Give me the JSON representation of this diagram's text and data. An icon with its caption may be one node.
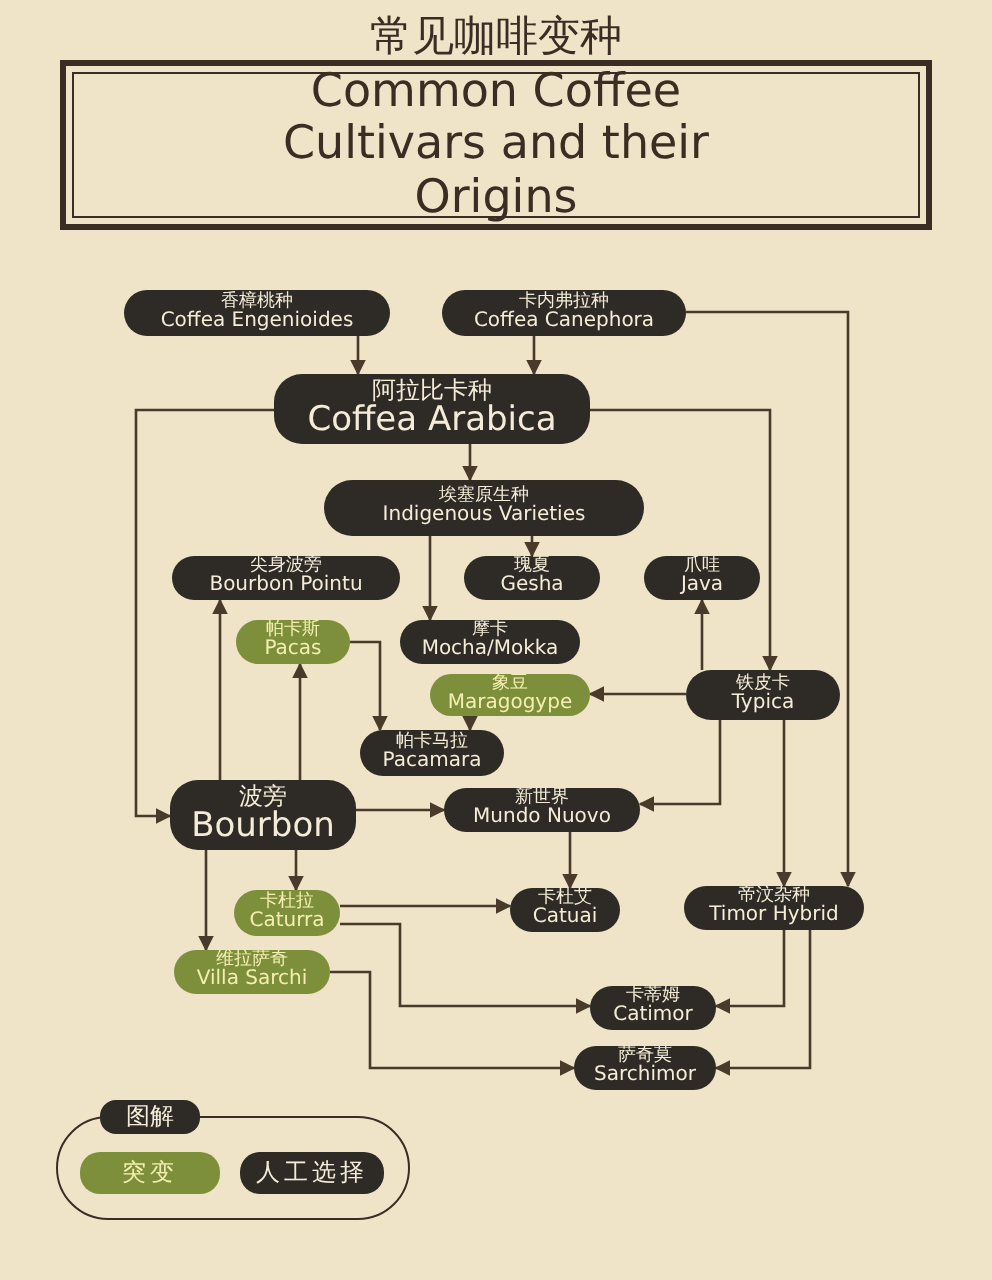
{
  "diagram": {
    "title": "常见咖啡变种",
    "nodes": [
      {
        "text": [
          "香樟桃种",
          "Coffea Engenioides"
        ]
      },
      {
        "text": [
          "卡内弗拉种",
          "Coffea Canephora"
        ]
      },
      {
        "text": [
          "阿拉比卡种",
          "Coffea Arabica"
        ]
      },
      {
        "text": [
          "埃塞原生种",
          "Indigenous Varieties"
        ]
      },
      {
        "text": [
          "尖身波旁",
          "Bourbon Pointu"
        ]
      },
      {
        "text": [
          "瑰夏",
          "Gesha"
        ]
      },
      {
        "text": [
          "爪哇",
          "Java"
        ]
      },
      {
        "text": [
          "帕卡斯",
          "Pacas"
        ]
      },
      {
        "text": [
          "摩卡",
          "Mocha/Mokka"
        ]
      },
      {
        "text": [
          "象豆",
          "Maragogype"
        ]
      },
      {
        "text": [
          "铁皮卡",
          "Typica"
        ]
      },
      {
        "text": [
          "帕卡马拉",
          "Pacamara"
        ]
      },
      {
        "text": [
          "波旁",
          "Bourbon"
        ]
      },
      {
        "text": [
          "新世界",
          "Mundo Nuovo"
        ]
      },
      {
        "text": [
          "卡杜拉",
          "Caturra"
        ]
      },
      {
        "text": [
          "卡杜艾",
          "Catuai"
        ]
      },
      {
        "text": [
          "帝汶杂种",
          "Timor Hybrid"
        ]
      },
      {
        "text": [
          "维拉萨奇",
          "Villa Sarchi"
        ]
      },
      {
        "text": [
          "卡蒂姆",
          "Catimor"
        ]
      },
      {
        "text": [
          "萨奇莫",
          "Sarchimor"
        ]
      }
    ],
    "edges": [
      {
        "from": 0,
        "to": 2,
        "arrow": "to"
      },
      {
        "from": 1,
        "to": 2,
        "arrow": "to"
      },
      {
        "from": 2,
        "to": 3,
        "arrow": "to"
      },
      {
        "from": 1,
        "to": 16,
        "arrow": "to"
      },
      {
        "from": 2,
        "to": 12,
        "arrow": "to"
      },
      {
        "from": 2,
        "to": 10,
        "arrow": "to"
      },
      {
        "from": 10,
        "to": 16,
        "arrow": "to"
      },
      {
        "from": 10,
        "to": 13,
        "arrow": "to"
      },
      {
        "from": 12,
        "to": 13,
        "arrow": "to"
      },
      {
        "from": 13,
        "to": 15,
        "arrow": "to"
      },
      {
        "from": 12,
        "to": 14,
        "arrow": "to"
      },
      {
        "from": 12,
        "to": 17,
        "arrow": "to"
      },
      {
        "from": 14,
        "to": 15,
        "arrow": "to"
      },
      {
        "from": 14,
        "to": 18,
        "arrow": "to"
      },
      {
        "from": 16,
        "to": 18,
        "arrow": "to"
      },
      {
        "from": 17,
        "to": 19,
        "arrow": "to"
      },
      {
        "from": 16,
        "to": 19,
        "arrow": "to"
      },
      {
        "from": 3,
        "to": 5,
        "arrow": "to"
      },
      {
        "from": 3,
        "to": 8,
        "arrow": "to"
      },
      {
        "from": 12,
        "to": 4,
        "arrow": "to"
      },
      {
        "from": 12,
        "to": 7,
        "arrow": "to"
      },
      {
        "from": 10,
        "to": 6,
        "arrow": "to"
      },
      {
        "from": 10,
        "to": 9,
        "arrow": "to"
      },
      {
        "from": 7,
        "to": 11,
        "arrow": "to"
      },
      {
        "from": 9,
        "to": 11,
        "arrow": "to"
      }
    ],
    "labels": [
      "Common Coffee Cultivars and their Origins",
      "图解"
    ],
    "legend": [
      {
        "text": "突变",
        "color": "#7e8f3c"
      },
      {
        "text": "人工选择",
        "color": "#2e2a26"
      }
    ]
  }
}
